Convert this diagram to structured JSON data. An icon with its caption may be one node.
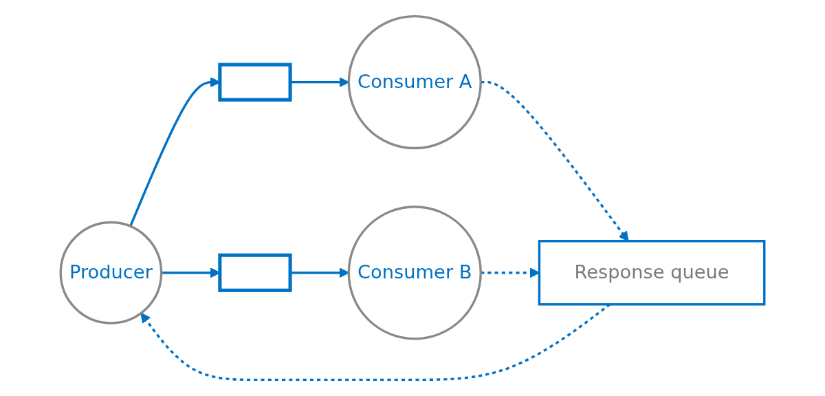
{
  "diagram": {
    "nodes": [
      {
        "text": [
          "Producer"
        ]
      },
      {
        "text": [
          "Response queue"
        ]
      },
      {
        "text": [],
        "shape": "box"
      },
      {
        "text": [],
        "shape": "box"
      },
      {
        "text": [
          "Consumer A"
        ]
      },
      {
        "text": [
          "Consumer B"
        ]
      }
    ],
    "edges": [
      {
        "from": 1,
        "to": 0,
        "arrow": "to",
        "style": "dashed"
      },
      {
        "from": 0,
        "to": 2,
        "arrow": "to"
      },
      {
        "from": 0,
        "to": 3,
        "arrow": "to"
      },
      {
        "from": 2,
        "to": 4,
        "arrow": "to"
      },
      {
        "from": 3,
        "to": 5,
        "arrow": "to"
      },
      {
        "from": 4,
        "to": 1,
        "arrow": "to",
        "style": "dashed"
      },
      {
        "from": 5,
        "to": 1,
        "arrow": "to",
        "style": "dashed"
      }
    ]
  }
}
